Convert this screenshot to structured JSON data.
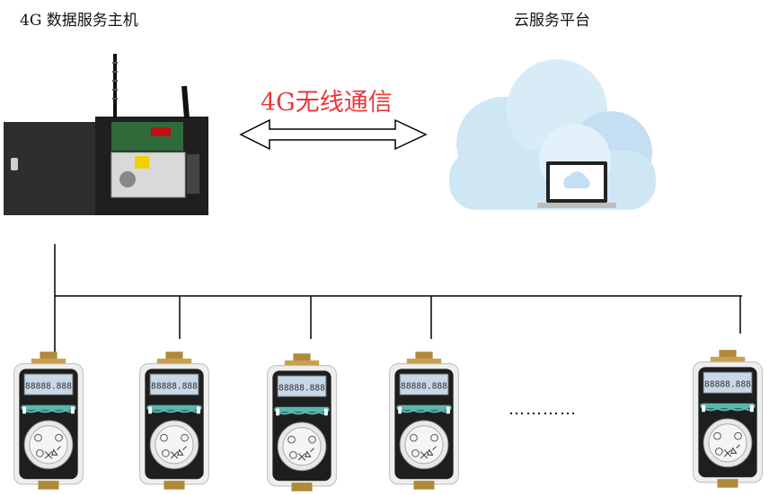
{
  "labels": {
    "host_title": "4G 数据服务主机",
    "cloud_title": "云服务平台",
    "comm_link": "4G无线通信",
    "ellipsis": "…………"
  },
  "meter_lcd_digits": "88888.888",
  "colors": {
    "comm_text": "#e8383d",
    "line": "#000000",
    "cloud": "#cfe6f5",
    "box": "#2b2b2b",
    "meter_body": "#f2f2f2",
    "meter_face": "#1e1e1e",
    "lcd": "#c8d8e8"
  },
  "icons": [
    "antenna-icon",
    "cloud-icon",
    "laptop-icon",
    "bidirectional-arrow-icon",
    "water-meter-icon"
  ]
}
